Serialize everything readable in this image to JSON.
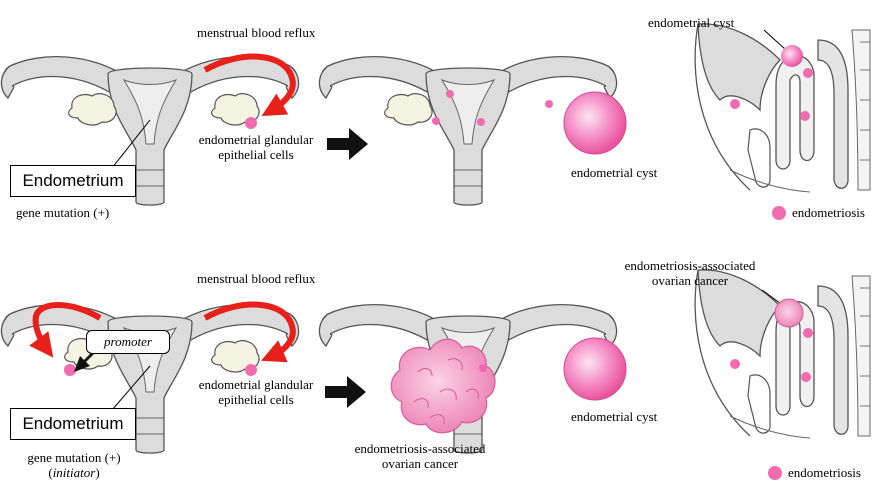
{
  "colors": {
    "tissue_fill": "#dcdcdc",
    "tissue_stroke": "#555555",
    "reflux_arrow": "#e8201a",
    "lesion": "#f06bb0",
    "cyst": "#f590c8",
    "cancer": "#f2a0c6"
  },
  "top": {
    "reflux_label": "menstrual blood reflux",
    "glandular_label_1": "endometrial glandular",
    "glandular_label_2": "epithelial cells",
    "endometrium_box": "Endometrium",
    "mutation_label": "gene mutation (+)",
    "cyst_label": "endometrial cyst",
    "pelvis_cyst_label": "endometrial cyst",
    "legend_label": "endometriosis"
  },
  "bottom": {
    "reflux_label": "menstrual blood reflux",
    "glandular_label_1": "endometrial glandular",
    "glandular_label_2": "epithelial cells",
    "endometrium_box": "Endometrium",
    "promoter_label": "promoter",
    "mutation_label": "gene mutation (+)",
    "initiator_open": "(",
    "initiator_word": "initiator",
    "initiator_close": ")",
    "cyst_label": "endometrial cyst",
    "cancer_label_1": "endometriosis-associated",
    "cancer_label_2": "ovarian cancer",
    "pelvis_cancer_label_1": "endometriosis-associated",
    "pelvis_cancer_label_2": "ovarian cancer",
    "legend_label": "endometriosis"
  }
}
